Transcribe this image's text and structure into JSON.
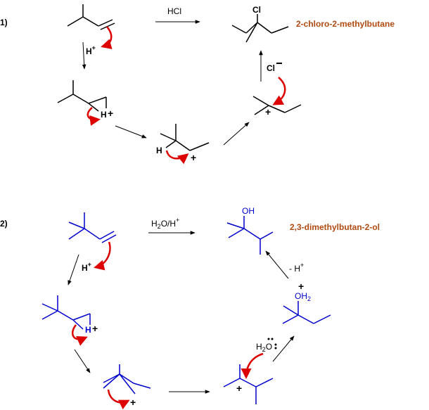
{
  "colors": {
    "bond_black": "#000000",
    "bond_blue": "#0000cc",
    "arrow_red": "#dd0000",
    "product_name": "#b04a10",
    "text_blue": "#0000cc"
  },
  "reaction1": {
    "number": "1)",
    "reagent": "HCl",
    "product_name": "2-chloro-2-methylbutane",
    "h_plus": "H",
    "h_plus_sup": "+",
    "cl_atom": "Cl",
    "cl_anion": "Cl",
    "h_bridge": "H",
    "plus_bridge": "+",
    "h_hydride": "H",
    "plus_secondary": "+",
    "plus_tertiary": "+"
  },
  "reaction2": {
    "number": "2)",
    "reagent": "H",
    "reagent_sub": "2",
    "reagent_rest": "O/H",
    "reagent_sup": "+",
    "product_name": "2,3-dimethylbutan-2-ol",
    "oh": "OH",
    "h_plus": "H",
    "h_plus_sup": "+",
    "h_bridge": "H",
    "plus_bridge": "+",
    "plus_secondary": "+",
    "plus_tertiary": "+",
    "water_h": "H",
    "water_sub": "2",
    "water_o": "O",
    "oxonium_plus": "+",
    "oxonium_o": "OH",
    "oxonium_sub": "2",
    "loss_text": "- H",
    "loss_sup": "+"
  }
}
